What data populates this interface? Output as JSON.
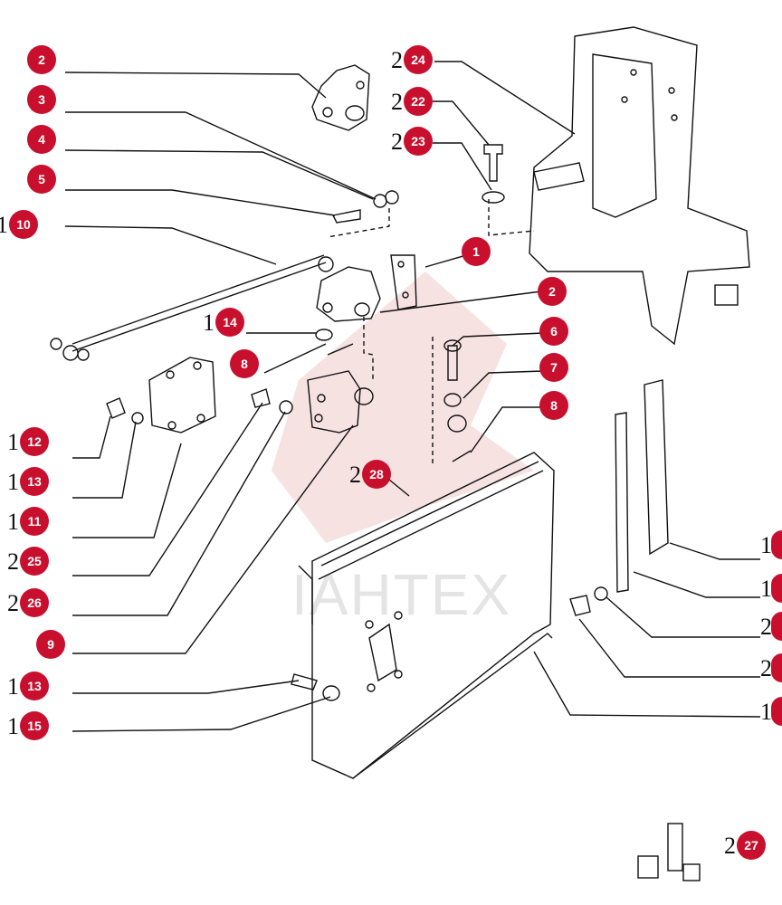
{
  "watermark": "IAHTEX",
  "callouts": [
    {
      "id": "c-2-a",
      "num": "2",
      "prefix": ""
    },
    {
      "id": "c-3",
      "num": "3",
      "prefix": ""
    },
    {
      "id": "c-4",
      "num": "4",
      "prefix": ""
    },
    {
      "id": "c-5",
      "num": "5",
      "prefix": ""
    },
    {
      "id": "c-10",
      "num": "10",
      "prefix": "1"
    },
    {
      "id": "c-14",
      "num": "14",
      "prefix": "1"
    },
    {
      "id": "c-8-a",
      "num": "8",
      "prefix": ""
    },
    {
      "id": "c-12",
      "num": "12",
      "prefix": "1"
    },
    {
      "id": "c-13-a",
      "num": "13",
      "prefix": "1"
    },
    {
      "id": "c-11",
      "num": "11",
      "prefix": "1"
    },
    {
      "id": "c-25",
      "num": "25",
      "prefix": "2"
    },
    {
      "id": "c-26",
      "num": "26",
      "prefix": "2"
    },
    {
      "id": "c-9",
      "num": "9",
      "prefix": ""
    },
    {
      "id": "c-13-b",
      "num": "13",
      "prefix": "1"
    },
    {
      "id": "c-15",
      "num": "15",
      "prefix": "1"
    },
    {
      "id": "c-24",
      "num": "24",
      "prefix": "2"
    },
    {
      "id": "c-22",
      "num": "22",
      "prefix": "2"
    },
    {
      "id": "c-23",
      "num": "23",
      "prefix": "2"
    },
    {
      "id": "c-1",
      "num": "1",
      "prefix": ""
    },
    {
      "id": "c-2-b",
      "num": "2",
      "prefix": ""
    },
    {
      "id": "c-6",
      "num": "6",
      "prefix": ""
    },
    {
      "id": "c-7",
      "num": "7",
      "prefix": ""
    },
    {
      "id": "c-8-b",
      "num": "8",
      "prefix": ""
    },
    {
      "id": "c-28",
      "num": "28",
      "prefix": "2"
    },
    {
      "id": "c-27",
      "num": "27",
      "prefix": "2"
    },
    {
      "id": "c-r1",
      "num": "",
      "prefix": "1"
    },
    {
      "id": "c-r2",
      "num": "",
      "prefix": "1"
    },
    {
      "id": "c-r3",
      "num": "",
      "prefix": "2"
    },
    {
      "id": "c-r4",
      "num": "",
      "prefix": "2"
    },
    {
      "id": "c-r5",
      "num": "",
      "prefix": "1"
    }
  ]
}
